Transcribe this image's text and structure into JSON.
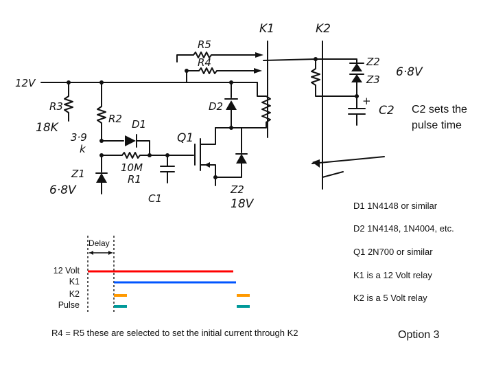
{
  "schematic": {
    "components": {
      "supply": "12V",
      "r3": "R3",
      "r3_value": "18K",
      "r2": "R2",
      "r2_value_a": "3·9",
      "r2_value_b": "k",
      "d1": "D1",
      "z1": "Z1",
      "z1_value": "6·8V",
      "r1_value": "10M",
      "r1": "R1",
      "c1": "C1",
      "q1": "Q1",
      "d2": "D2",
      "z2_mid": "Z2",
      "z2_mid_value": "18V",
      "r5": "R5",
      "r4": "R4",
      "k1": "K1",
      "k2": "K2",
      "z2_right": "Z2",
      "z3": "Z3",
      "z_value": "6·8V",
      "c2_plus": "+",
      "c2": "C2"
    },
    "c2_note_1": "C2 sets the",
    "c2_note_2": "pulse time"
  },
  "parts_list": [
    "D1 1N4148 or similar",
    "D2 1N4148, 1N4004, etc.",
    "Q1  2N700 or similar",
    "K1 is a 12 Volt relay",
    "K2 is a 5 Volt relay"
  ],
  "timing": {
    "delay_label": "Delay",
    "rows": [
      {
        "label": "12 Volt",
        "color": "#ff0000"
      },
      {
        "label": "K1",
        "color": "#0055ff"
      },
      {
        "label": "K2",
        "color": "#ff9900"
      },
      {
        "label": "Pulse",
        "color": "#009999"
      }
    ]
  },
  "footnote": "R4 = R5 these are selected to set the initial current through K2",
  "option": "Option 3"
}
